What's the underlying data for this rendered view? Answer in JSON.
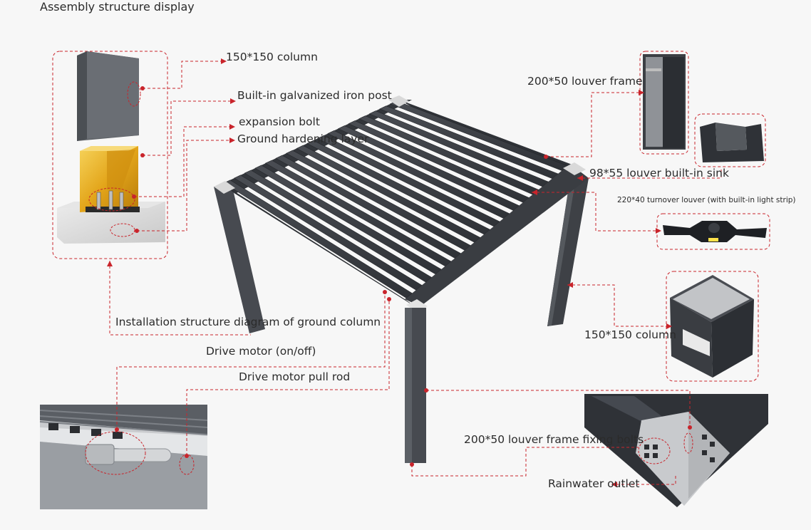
{
  "title": "Assembly structure display",
  "colors": {
    "leader": "#c9242b",
    "metal": "#3a3d42",
    "metal_light": "#5a5e64",
    "gold": "#e3a51a",
    "stone": "#dcdcdc"
  },
  "callouts": {
    "column_top": "150*150 column",
    "galvanized_post": "Built-in galvanized iron post",
    "expansion_bolt": "expansion bolt",
    "ground_layer": "Ground hardening layer",
    "install_diagram": "Installation structure diagram of ground column",
    "drive_motor": "Drive motor (on/off)",
    "drive_pull_rod": "Drive motor pull rod",
    "louver_frame": "200*50 louver frame",
    "louver_sink": "98*55 louver built-in sink",
    "turnover_louver": "220*40 turnover louver (with built-in light strip)",
    "column_right": "150*150 column",
    "frame_bolts": "200*50 louver frame fixing bolts",
    "rainwater": "Rainwater outlet"
  },
  "icons": {
    "pergola": "pergola-illustration",
    "column": "column-detail-icon",
    "footing": "ground-column-footing-icon",
    "frame_profile": "louver-frame-profile-icon",
    "sink_profile": "louver-sink-profile-icon",
    "louver_profile": "turnover-louver-profile-icon",
    "open_column": "open-column-icon",
    "corner_bracket": "corner-bracket-icon",
    "motor_detail": "drive-motor-detail-icon"
  }
}
